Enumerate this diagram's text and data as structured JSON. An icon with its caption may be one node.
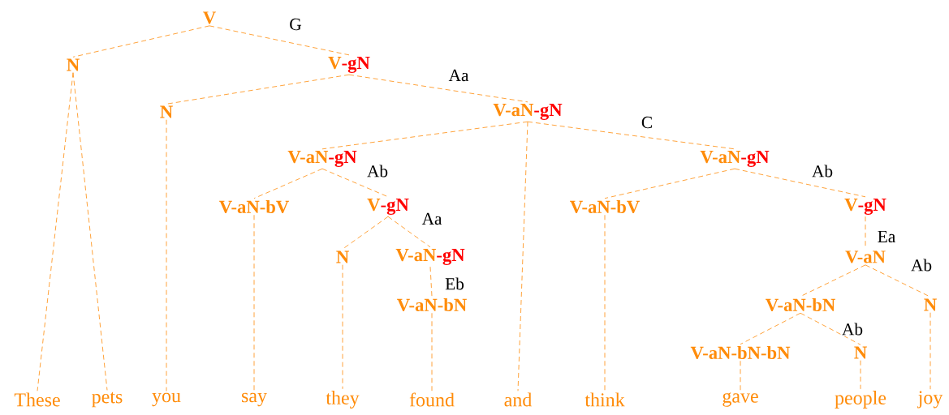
{
  "diagram": {
    "nodes": [
      {
        "text": [
          "V"
        ]
      },
      {
        "text": [
          "N"
        ]
      },
      {
        "text": [
          "V",
          "-gN"
        ]
      },
      {
        "text": [
          "N"
        ]
      },
      {
        "text": [
          "V-aN",
          "-gN"
        ]
      },
      {
        "text": [
          "V-aN",
          "-gN"
        ]
      },
      {
        "text": [
          "V-aN",
          "-gN"
        ]
      },
      {
        "text": [
          "V-aN-bV"
        ]
      },
      {
        "text": [
          "V",
          "-gN"
        ]
      },
      {
        "text": [
          "V-aN-bV"
        ]
      },
      {
        "text": [
          "V",
          "-gN"
        ]
      },
      {
        "text": [
          "N"
        ]
      },
      {
        "text": [
          "V-aN",
          "-gN"
        ]
      },
      {
        "text": [
          "V-aN"
        ]
      },
      {
        "text": [
          "V-aN-bN"
        ]
      },
      {
        "text": [
          "V-aN-bN"
        ]
      },
      {
        "text": [
          "N"
        ]
      },
      {
        "text": [
          "V-aN-bN-bN"
        ]
      },
      {
        "text": [
          "N"
        ]
      },
      {
        "text": [
          "These"
        ]
      },
      {
        "text": [
          "pets"
        ]
      },
      {
        "text": [
          "you"
        ]
      },
      {
        "text": [
          "say"
        ]
      },
      {
        "text": [
          "they"
        ]
      },
      {
        "text": [
          "found"
        ]
      },
      {
        "text": [
          "and"
        ]
      },
      {
        "text": [
          "think"
        ]
      },
      {
        "text": [
          "gave"
        ]
      },
      {
        "text": [
          "people"
        ]
      },
      {
        "text": [
          "joy"
        ]
      }
    ],
    "edges": [
      {
        "from": 0,
        "to": 1,
        "arrow": "none",
        "style": "dashed"
      },
      {
        "from": 0,
        "to": 2,
        "arrow": "none",
        "style": "dashed",
        "label": "G"
      },
      {
        "from": 1,
        "to": 19,
        "arrow": "none",
        "style": "dashed"
      },
      {
        "from": 1,
        "to": 20,
        "arrow": "none",
        "style": "dashed"
      },
      {
        "from": 2,
        "to": 3,
        "arrow": "none",
        "style": "dashed"
      },
      {
        "from": 2,
        "to": 4,
        "arrow": "none",
        "style": "dashed",
        "label": "Aa"
      },
      {
        "from": 3,
        "to": 21,
        "arrow": "none",
        "style": "dashed"
      },
      {
        "from": 4,
        "to": 5,
        "arrow": "none",
        "style": "dashed"
      },
      {
        "from": 4,
        "to": 6,
        "arrow": "none",
        "style": "dashed",
        "label": "C"
      },
      {
        "from": 4,
        "to": 25,
        "arrow": "none",
        "style": "dashed"
      },
      {
        "from": 5,
        "to": 7,
        "arrow": "none",
        "style": "dashed"
      },
      {
        "from": 5,
        "to": 8,
        "arrow": "none",
        "style": "dashed",
        "label": "Ab"
      },
      {
        "from": 6,
        "to": 9,
        "arrow": "none",
        "style": "dashed"
      },
      {
        "from": 6,
        "to": 10,
        "arrow": "none",
        "style": "dashed",
        "label": "Ab"
      },
      {
        "from": 7,
        "to": 22,
        "arrow": "none",
        "style": "dashed"
      },
      {
        "from": 8,
        "to": 11,
        "arrow": "none",
        "style": "dashed"
      },
      {
        "from": 8,
        "to": 12,
        "arrow": "none",
        "style": "dashed",
        "label": "Aa"
      },
      {
        "from": 9,
        "to": 26,
        "arrow": "none",
        "style": "dashed"
      },
      {
        "from": 10,
        "to": 13,
        "arrow": "none",
        "style": "dashed",
        "label": "Ea"
      },
      {
        "from": 11,
        "to": 23,
        "arrow": "none",
        "style": "dashed"
      },
      {
        "from": 12,
        "to": 14,
        "arrow": "none",
        "style": "dashed",
        "label": "Eb"
      },
      {
        "from": 13,
        "to": 15,
        "arrow": "none",
        "style": "dashed"
      },
      {
        "from": 13,
        "to": 16,
        "arrow": "none",
        "style": "dashed",
        "label": "Ab"
      },
      {
        "from": 14,
        "to": 24,
        "arrow": "none",
        "style": "dashed"
      },
      {
        "from": 15,
        "to": 17,
        "arrow": "none",
        "style": "dashed"
      },
      {
        "from": 15,
        "to": 18,
        "arrow": "none",
        "style": "dashed",
        "label": "Ab"
      },
      {
        "from": 16,
        "to": 29,
        "arrow": "none",
        "style": "dashed"
      },
      {
        "from": 17,
        "to": 27,
        "arrow": "none",
        "style": "dashed"
      },
      {
        "from": 18,
        "to": 28,
        "arrow": "none",
        "style": "dashed"
      }
    ]
  }
}
